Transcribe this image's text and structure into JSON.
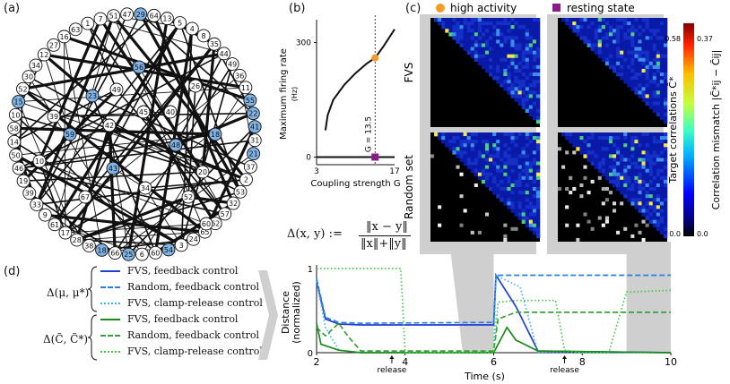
{
  "panels": {
    "a": "(a)",
    "b": "(b)",
    "c": "(c)",
    "d": "(d)"
  },
  "network": {
    "highlight_color": "#7fb2e5",
    "node_labels": [
      "29",
      "64",
      "13",
      "5",
      "4",
      "8",
      "35",
      "44",
      "49",
      "36",
      "11",
      "55",
      "22",
      "41",
      "31",
      "21",
      "37",
      "2",
      "53",
      "32",
      "57",
      "62",
      "65",
      "24",
      "3",
      "54",
      "60",
      "6",
      "25",
      "66",
      "18",
      "38",
      "28",
      "17",
      "61",
      "9",
      "33",
      "39",
      "19",
      "46",
      "50",
      "14",
      "58",
      "10",
      "15",
      "52",
      "30",
      "34",
      "12",
      "27",
      "16",
      "63",
      "1",
      "7",
      "51",
      "47",
      "56",
      "23",
      "45",
      "26",
      "40",
      "42",
      "10",
      "43",
      "48",
      "20",
      "59",
      "18",
      "34",
      "67",
      "52",
      "49",
      "39",
      "60"
    ]
  },
  "panel_b": {
    "ylabel": "Maximum firing rate",
    "yunit": "(Hz)",
    "xlabel": "Coupling strength G",
    "yticks": [
      "300",
      "0"
    ],
    "xticks": [
      "3",
      "17"
    ],
    "annotation": "G = 13.5",
    "high_color": "#f59a23",
    "rest_color": "#8b1a8b"
  },
  "panel_c": {
    "legend_high": "high activity",
    "legend_rest": "resting state",
    "row_fvs": "FVS",
    "row_random": "Random set",
    "colorbar_label1": "Target correlations",
    "colorbar_label1_math": "C̃*",
    "colorbar_label2": "Correlation mismatch |C̃*ij − C̃ij|",
    "cb_max1": "0.58",
    "cb_max2": "0.37",
    "cb_min1": "0.0",
    "cb_min2": "0.0"
  },
  "formula": "Δ(x, y) := ‖x − y‖ / (‖x‖ + ‖y‖)",
  "formula_lhs": "Δ(x, y) :=",
  "formula_num": "‖x − y‖",
  "formula_den": "‖x‖+‖y‖",
  "panel_d": {
    "group1_label": "Δ(μ, μ*)",
    "group2_label": "Δ(C̃, C̃*)",
    "legend": [
      {
        "label": "FVS, feedback control",
        "color": "#1f3fd0",
        "style": "solid"
      },
      {
        "label": "Random, feedback control",
        "color": "#2b7fe0",
        "style": "dashed"
      },
      {
        "label": "FVS, clamp-release control",
        "color": "#3bb5e8",
        "style": "dotted"
      },
      {
        "label": "FVS, feedback control",
        "color": "#1a8a1a",
        "style": "solid"
      },
      {
        "label": "Random, feedback control",
        "color": "#38a038",
        "style": "dashed"
      },
      {
        "label": "FVS, clamp-release control",
        "color": "#3bcc3b",
        "style": "dotted"
      }
    ],
    "ylabel": "Distance",
    "ylabel2": "(normalized)",
    "xlabel": "Time (s)",
    "xticks": [
      "2",
      "4",
      "6",
      "8",
      "10"
    ],
    "yticks": [
      "1",
      "0"
    ],
    "release": "release"
  },
  "chart_data": [
    {
      "type": "line",
      "title": "",
      "xlabel": "Coupling strength G",
      "ylabel": "Maximum firing rate (Hz)",
      "xlim": [
        3,
        17
      ],
      "series": [
        {
          "name": "high activity",
          "x": [
            4.6,
            5,
            6,
            8,
            10,
            12,
            13.5,
            15,
            17
          ],
          "y": [
            70,
            110,
            150,
            190,
            220,
            245,
            260,
            290,
            335
          ]
        },
        {
          "name": "resting state",
          "x": [
            3,
            17
          ],
          "y": [
            0,
            0
          ]
        }
      ],
      "annotations": [
        "G = 13.5"
      ]
    },
    {
      "type": "line",
      "title": "",
      "xlabel": "Time (s)",
      "ylabel": "Distance (normalized)",
      "xlim": [
        2,
        10
      ],
      "ylim": [
        0,
        1
      ],
      "series": [
        {
          "name": "Δ(μ,μ*) FVS, feedback control",
          "x": [
            2,
            2.2,
            2.5,
            3,
            6,
            6.05,
            6.5,
            7,
            10
          ],
          "y": [
            0.85,
            0.4,
            0.34,
            0.33,
            0.33,
            0.92,
            0.55,
            0.02,
            0.0
          ]
        },
        {
          "name": "Δ(μ,μ*) Random, feedback control",
          "x": [
            2,
            2.2,
            2.5,
            3,
            6,
            6.05,
            10
          ],
          "y": [
            0.88,
            0.42,
            0.36,
            0.35,
            0.36,
            0.92,
            0.92
          ]
        },
        {
          "name": "Δ(μ,μ*) FVS, clamp-release control",
          "x": [
            2,
            2.2,
            2.5,
            3,
            3.8,
            3.9,
            6,
            6.05,
            6.6,
            7,
            10
          ],
          "y": [
            0.85,
            0.3,
            0.03,
            0.0,
            0.0,
            0.0,
            0.0,
            0.92,
            0.78,
            0.0,
            0.0
          ]
        },
        {
          "name": "Δ(C̃,C̃*) FVS, feedback control",
          "x": [
            2,
            2.1,
            2.5,
            3,
            6,
            6.1,
            6.3,
            6.5,
            7,
            10
          ],
          "y": [
            0.35,
            0.1,
            0.03,
            0.0,
            0.0,
            0.1,
            0.3,
            0.15,
            0.02,
            0.0
          ]
        },
        {
          "name": "Δ(C̃,C̃*) Random, feedback control",
          "x": [
            2,
            2.2,
            2.5,
            2.7,
            3,
            6,
            6.1,
            6.5,
            10
          ],
          "y": [
            0.3,
            0.2,
            0.35,
            0.2,
            0.02,
            0.02,
            0.4,
            0.48,
            0.48
          ]
        },
        {
          "name": "Δ(C̃,C̃*) FVS, clamp-release control",
          "x": [
            2,
            3.9,
            4.0,
            6,
            6.1,
            6.5,
            7.4,
            7.6,
            8,
            8.6,
            9,
            10
          ],
          "y": [
            1.0,
            1.0,
            0.0,
            0.0,
            0.6,
            0.62,
            0.62,
            0.03,
            0.0,
            0.0,
            0.72,
            0.74
          ]
        }
      ],
      "annotations": [
        "release",
        "release"
      ]
    }
  ]
}
